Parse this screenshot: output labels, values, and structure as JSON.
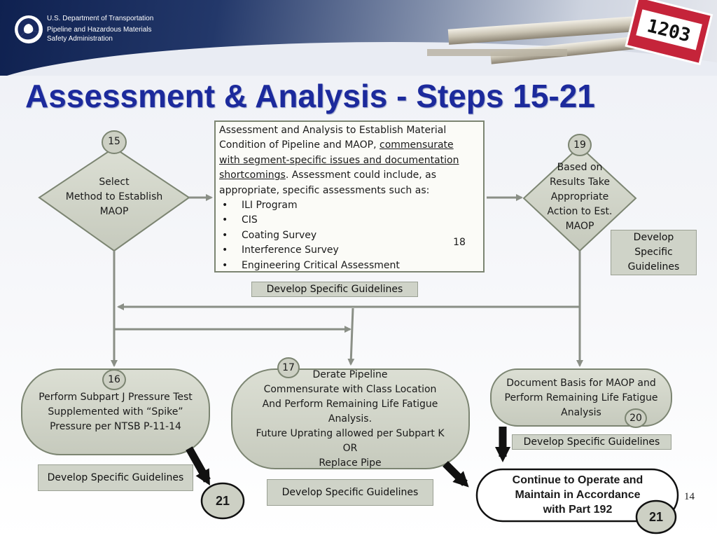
{
  "header": {
    "agency_line1": "U.S. Department of Transportation",
    "agency_line2": "Pipeline and Hazardous Materials",
    "agency_line3": "Safety Administration",
    "sign_number": "1203"
  },
  "title": "Assessment & Analysis - Steps 15-21",
  "step15": {
    "number": "15",
    "lines": [
      "Select",
      "Method to Establish",
      "MAOP"
    ]
  },
  "step18": {
    "number": "18",
    "intro_line1": "Assessment and Analysis to Establish Material",
    "intro_line2a": "Condition of Pipeline and MAOP, ",
    "intro_line2b": "commensurate",
    "intro_line3": "with segment-specific issues and documentation",
    "intro_line4a": "shortcomings",
    "intro_line4b": ".  Assessment could include, as",
    "intro_line5": "appropriate, specific assessments such as:",
    "bullets": [
      "ILI Program",
      "CIS",
      "Coating Survey",
      "Interference Survey",
      "Engineering Critical Assessment"
    ],
    "guidelines": "Develop Specific Guidelines"
  },
  "step19": {
    "number": "19",
    "lines": [
      "Based on",
      "Results Take",
      "Appropriate",
      "Action to Est.",
      "MAOP"
    ],
    "guidelines_lines": [
      "Develop",
      "Specific",
      "Guidelines"
    ]
  },
  "step16": {
    "number": "16",
    "lines": [
      "Perform Subpart J Pressure Test",
      "Supplemented with “Spike”",
      "Pressure per NTSB P-11-14"
    ],
    "guidelines": "Develop Specific Guidelines"
  },
  "step17": {
    "number": "17",
    "lines": [
      "Derate Pipeline",
      "Commensurate with Class Location",
      "And Perform Remaining Life Fatigue",
      "Analysis.",
      "Future Uprating allowed per Subpart K",
      "OR",
      "Replace Pipe"
    ],
    "guidelines": "Develop Specific Guidelines"
  },
  "step20": {
    "number": "20",
    "lines": [
      "Document Basis for MAOP and",
      "Perform Remaining Life  Fatigue",
      "Analysis"
    ],
    "guidelines": "Develop Specific Guidelines"
  },
  "step21": {
    "number": "21",
    "lines": [
      "Continue to Operate and",
      "Maintain in Accordance",
      "with Part 192"
    ]
  },
  "page_number": "14",
  "colors": {
    "title": "#1c2a9c",
    "shape_fill": "#cdd0c4",
    "shape_stroke": "#7c8572",
    "connector": "#8a8f86"
  }
}
